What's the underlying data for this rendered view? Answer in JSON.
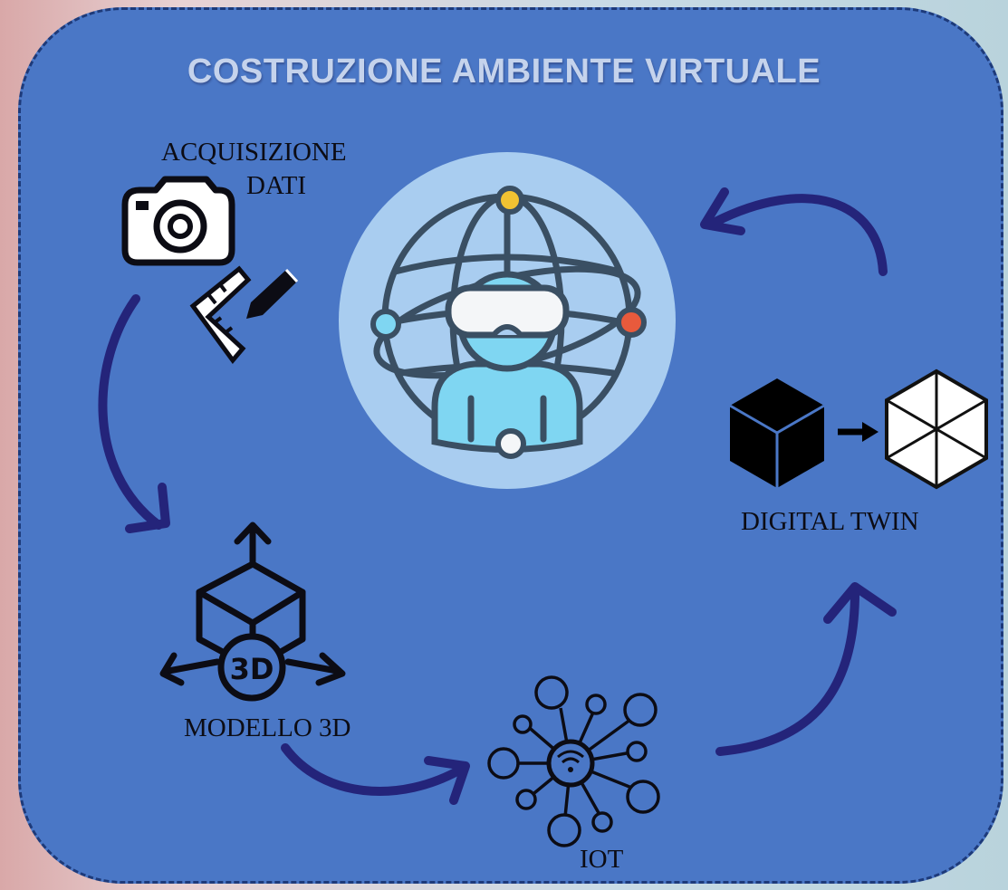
{
  "title": "COSTRUZIONE AMBIENTE VIRTUALE",
  "steps": {
    "acquisition_line1": "ACQUISIZIONE",
    "acquisition_line2": "DATI",
    "model": "MODELLO 3D",
    "iot": "IOT",
    "digital_twin": "DIGITAL TWIN"
  },
  "model_badge": "3D",
  "icons": {
    "acquisition": [
      "camera-icon",
      "ruler-pencil-icon"
    ],
    "model": "3d-model-icon",
    "iot": "iot-network-icon",
    "digital_twin": [
      "solid-cube-icon",
      "wireframe-cube-icon"
    ],
    "center": "vr-globe-icon"
  },
  "colors": {
    "panel": "#4a77c6",
    "border": "#1d3a7a",
    "arrow": "#24247a",
    "globe_bg": "#a9cdf0",
    "node_yellow": "#f1c232",
    "node_red": "#e85a3c",
    "node_cyan": "#7fd6f2"
  }
}
